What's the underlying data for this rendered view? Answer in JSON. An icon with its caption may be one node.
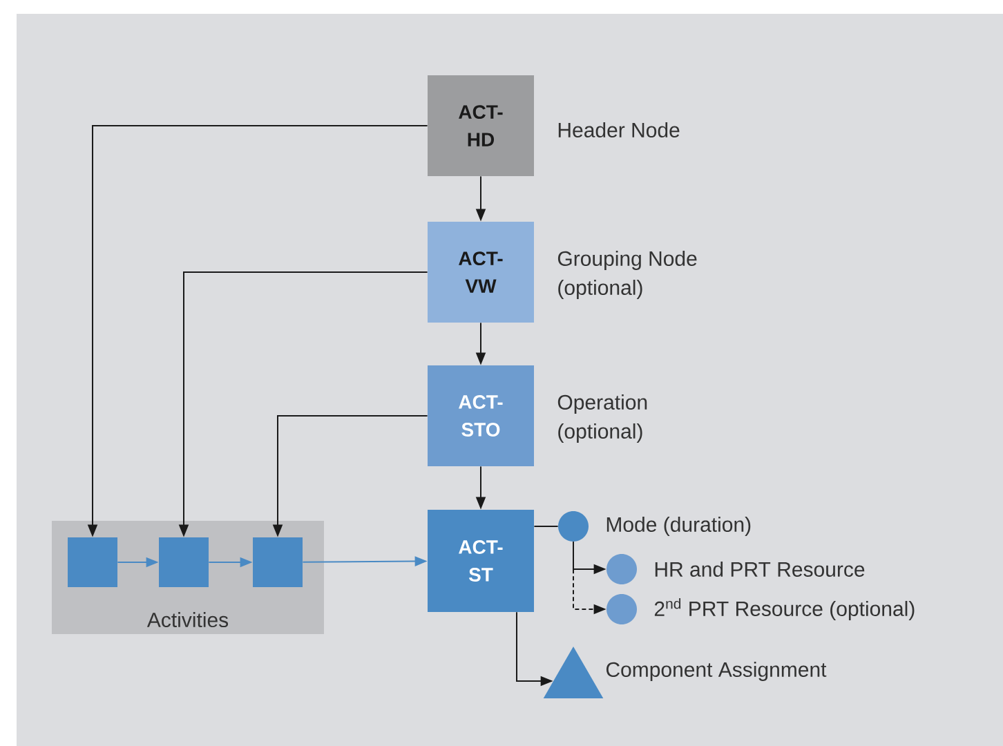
{
  "diagram": {
    "nodes": [
      {
        "text": [
          "ACT- HD"
        ],
        "beside": [
          "Header Node"
        ]
      },
      {
        "text": [
          "ACT- VW"
        ],
        "beside": [
          "Grouping Node (optional)"
        ]
      },
      {
        "text": [
          "ACT- STO"
        ],
        "beside": [
          "Operation (optional)"
        ]
      },
      {
        "text": [
          "ACT- ST"
        ]
      },
      {
        "text": [
          "Activities"
        ]
      },
      {
        "text": [],
        "shape": "box",
        "in": 4
      },
      {
        "text": [],
        "shape": "box",
        "in": 4
      },
      {
        "text": [],
        "shape": "box",
        "in": 4
      },
      {
        "text": [],
        "shape": "circle",
        "beside": [
          "Mode (duration)"
        ]
      },
      {
        "text": [],
        "shape": "circle",
        "beside": [
          "HR and PRT Resource"
        ]
      },
      {
        "text": [],
        "shape": "circle",
        "beside": [
          "2$^{nd}$ PRT Resource (optional)"
        ]
      },
      {
        "text": [],
        "shape": "triangle",
        "beside": [
          "Component Assignment"
        ]
      }
    ],
    "edges": [
      {
        "from": 0,
        "to": 1,
        "arrow": "to"
      },
      {
        "from": 1,
        "to": 2,
        "arrow": "to"
      },
      {
        "from": 2,
        "to": 3,
        "arrow": "to"
      },
      {
        "from": 0,
        "to": 5,
        "arrow": "to"
      },
      {
        "from": 1,
        "to": 6,
        "arrow": "to"
      },
      {
        "from": 2,
        "to": 7,
        "arrow": "to"
      },
      {
        "from": 5,
        "to": 6,
        "arrow": "to",
        "color": "#4a8ac4"
      },
      {
        "from": 6,
        "to": 7,
        "arrow": "to",
        "color": "#4a8ac4"
      },
      {
        "from": 7,
        "to": 3,
        "arrow": "to",
        "color": "#4a8ac4"
      },
      {
        "from": 3,
        "to": 8,
        "arrow": "none"
      },
      {
        "from": 8,
        "to": 9,
        "arrow": "to"
      },
      {
        "from": 8,
        "to": 10,
        "arrow": "to",
        "style": "dashed"
      },
      {
        "from": 3,
        "to": 11,
        "arrow": "to"
      }
    ]
  }
}
